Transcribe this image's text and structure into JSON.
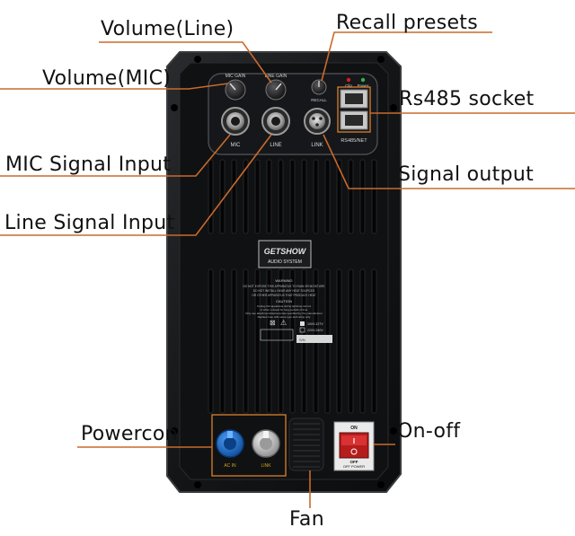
{
  "callouts": {
    "volume_line": "Volume(Line)",
    "recall_presets": "Recall presets",
    "volume_mic": "Volume(MIC)",
    "rs485_socket": "Rs485 socket",
    "mic_signal_input": "MIC Signal Input",
    "signal_output": "Signal output",
    "line_signal_input": "Line Signal Input",
    "powercon": "Powercon",
    "on_off": "On-off",
    "fan": "Fan"
  },
  "panel": {
    "knob_labels": {
      "mic_gain": "MIC GAIN",
      "line_gain": "LINE GAIN",
      "recall": "RECALL"
    },
    "jack_labels": {
      "mic": "MIC",
      "line": "LINE",
      "link": "LINK",
      "rs485": "RS485/NET"
    },
    "led_labels": {
      "clip": "Clip",
      "power": "Power"
    },
    "brand": {
      "name": "GETSHOW",
      "tagline": "AUDIO SYSTEM"
    },
    "warning": {
      "title": "WARNING",
      "lines": [
        "DO NOT EXPOSE THIS APPARATUS TO RAIN OR MOISTURE",
        "DO NOT INSTALL NEAR ANY HEAT SOURCES",
        "OR OTHER APPARATUS THAT PRODUCE HEAT"
      ],
      "caution_title": "CAUTION",
      "caution_lines": [
        "Unplug this apparatus during lightning storms",
        "or when unused for long periods of time",
        "Only use attachments/accessories specified by the manufacturer",
        "Replace fuse with same type and rating only"
      ],
      "voltage_options": [
        "100V-127V",
        "220V-240V"
      ],
      "serial_label": "S/N"
    },
    "switch_labels": {
      "on": "ON",
      "off": "OFF",
      "power": "OFF POWER"
    },
    "powercon_labels": {
      "in": "AC IN",
      "out": "LINK"
    }
  },
  "colors": {
    "callout_line": "#c96a2a",
    "panel": "#111214",
    "panel_edge": "#3a3b3e",
    "powercon_in": "#1e6fd0",
    "powercon_out": "#d8d8d8",
    "switch": "#c62828",
    "highlight_box": "#d9822b"
  }
}
